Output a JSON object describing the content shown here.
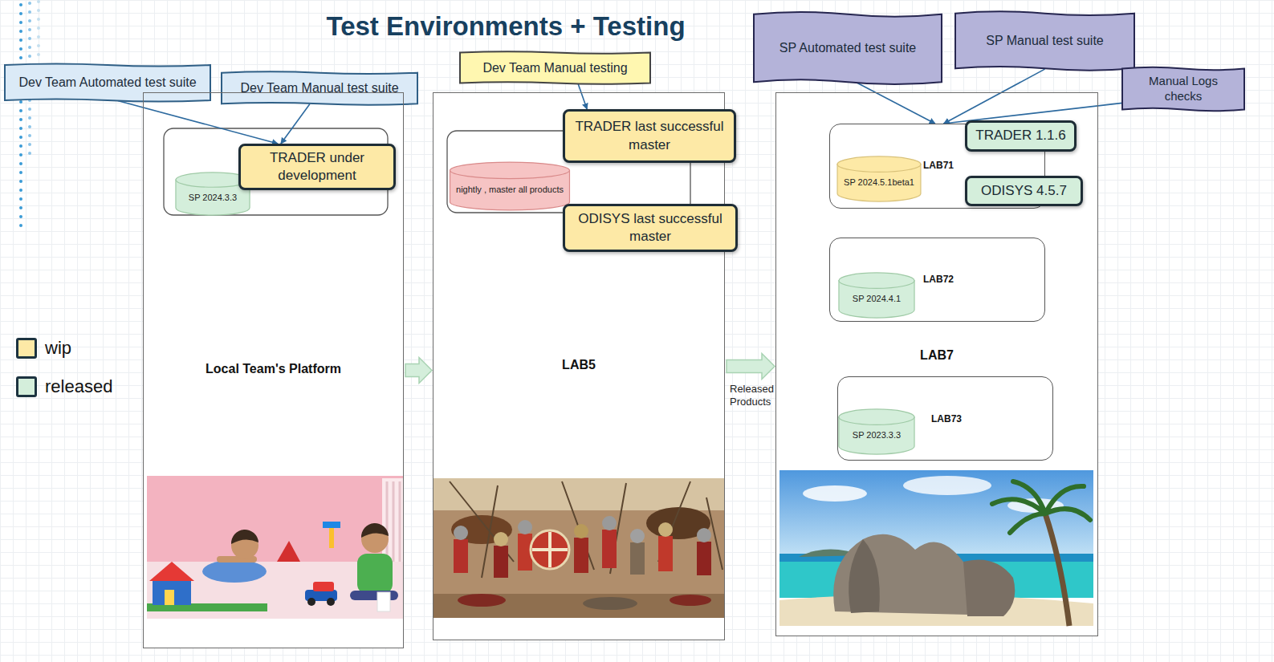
{
  "diagram": {
    "title": "Test Environments + Testing",
    "nodes": [
      {
        "text": [
          "Dev Team Automated test suite"
        ]
      },
      {
        "text": [
          "Dev Team Manual test suite"
        ]
      },
      {
        "text": [
          "Dev Team Manual testing"
        ]
      },
      {
        "text": [
          "SP Automated test suite"
        ]
      },
      {
        "text": [
          "SP Manual test suite"
        ]
      },
      {
        "text": [
          "Manual Logs checks"
        ]
      },
      {
        "text": [
          "Local Team's Platform"
        ]
      },
      {
        "text": [
          "SP 2024.3.3"
        ],
        "in": 6
      },
      {
        "text": [
          "TRADER under development"
        ],
        "in": 6
      },
      {
        "text": [
          "LAB5"
        ]
      },
      {
        "text": [
          "nightly , master all products"
        ],
        "in": 9
      },
      {
        "text": [
          "TRADER last successful master"
        ],
        "in": 9
      },
      {
        "text": [
          "ODISYS last successful master"
        ],
        "in": 9
      },
      {
        "text": [
          "LAB7"
        ]
      },
      {
        "text": [
          "LAB71"
        ],
        "in": 13
      },
      {
        "text": [
          "SP 2024.5.1beta1"
        ],
        "in": 14
      },
      {
        "text": [
          "TRADER 1.1.6"
        ],
        "in": 14
      },
      {
        "text": [
          "ODISYS 4.5.7"
        ],
        "in": 14
      },
      {
        "text": [
          "LAB72"
        ],
        "in": 13
      },
      {
        "text": [
          "SP 2024.4.1"
        ],
        "in": 18
      },
      {
        "text": [
          "LAB73"
        ],
        "in": 13
      },
      {
        "text": [
          "SP 2023.3.3"
        ],
        "in": 20
      }
    ],
    "edges": [
      {
        "from": 0,
        "to": 8,
        "arrow": "to"
      },
      {
        "from": 1,
        "to": 8,
        "arrow": "to"
      },
      {
        "from": 2,
        "to": 11,
        "arrow": "to"
      },
      {
        "from": 3,
        "to": 14,
        "arrow": "to"
      },
      {
        "from": 4,
        "to": 14,
        "arrow": "to"
      },
      {
        "from": 5,
        "to": 14,
        "arrow": "to"
      },
      {
        "from": 6,
        "to": 9,
        "arrow": "to"
      },
      {
        "from": 9,
        "to": 13,
        "label": "Released Products",
        "arrow": "to"
      }
    ],
    "legend": [
      {
        "text": "wip",
        "color": "#fde9a6"
      },
      {
        "text": "released",
        "color": "#d4eedb"
      }
    ]
  }
}
